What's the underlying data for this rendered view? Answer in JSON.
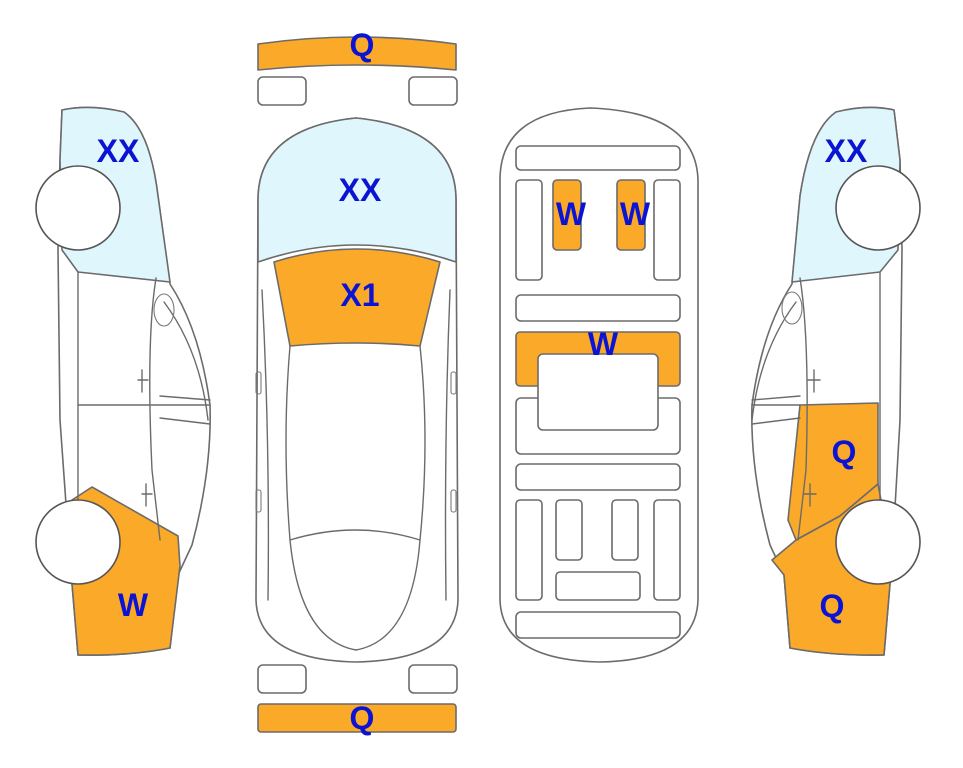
{
  "colors": {
    "damage": "#FBA929",
    "glass": "#DFF6FD",
    "label": "#0A14D2",
    "outline": "#6B6B6B"
  },
  "labels": {
    "left_glass": "XX",
    "left_rear": "W",
    "front_bumper": "Q",
    "windshield": "XX",
    "hood": "X1",
    "rear_bumper": "Q",
    "floor_pan_left": "W",
    "floor_pan_right": "W",
    "floor_crossmember": "W",
    "right_glass": "XX",
    "right_door": "Q",
    "right_rear": "Q"
  }
}
